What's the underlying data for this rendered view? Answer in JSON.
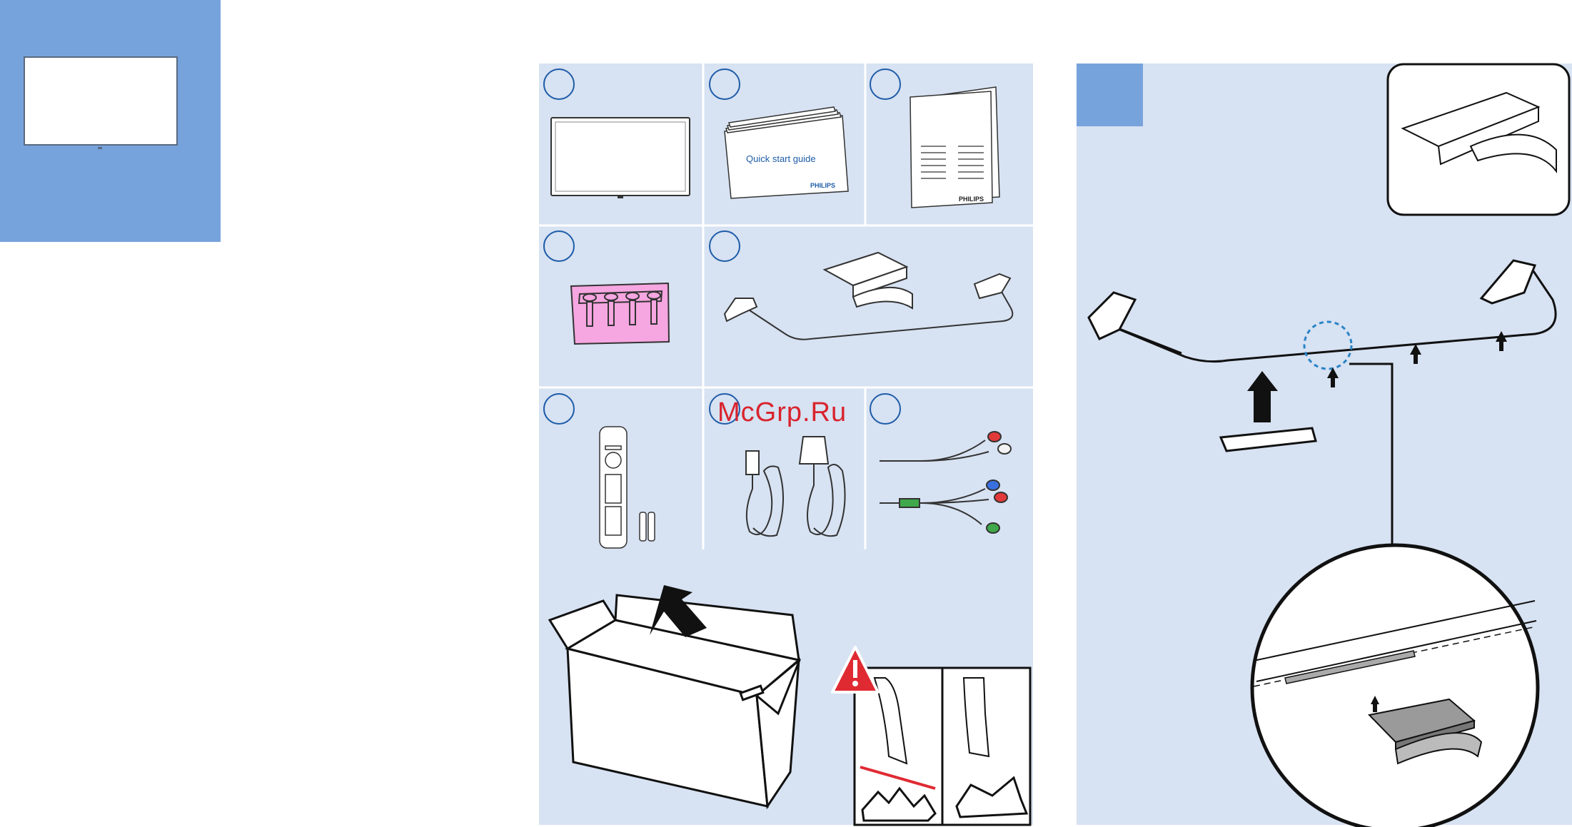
{
  "cover": {
    "tile_color": "#77a3dc"
  },
  "parts": {
    "quick_start_title": "Quick start guide",
    "quick_start_brand": "PHILIPS",
    "manual_brand": "PHILIPS",
    "marker_count": 8
  },
  "watermark": "McGrp.Ru",
  "colors": {
    "panel_bg": "#d7e2f2",
    "accent_blue": "#77a3dc",
    "marker_blue": "#1e5ca8",
    "warning_red": "#e02a32",
    "screw_pack_pink": "#f6a6e0"
  },
  "icons": [
    "warning-icon",
    "up-arrow-icon"
  ]
}
